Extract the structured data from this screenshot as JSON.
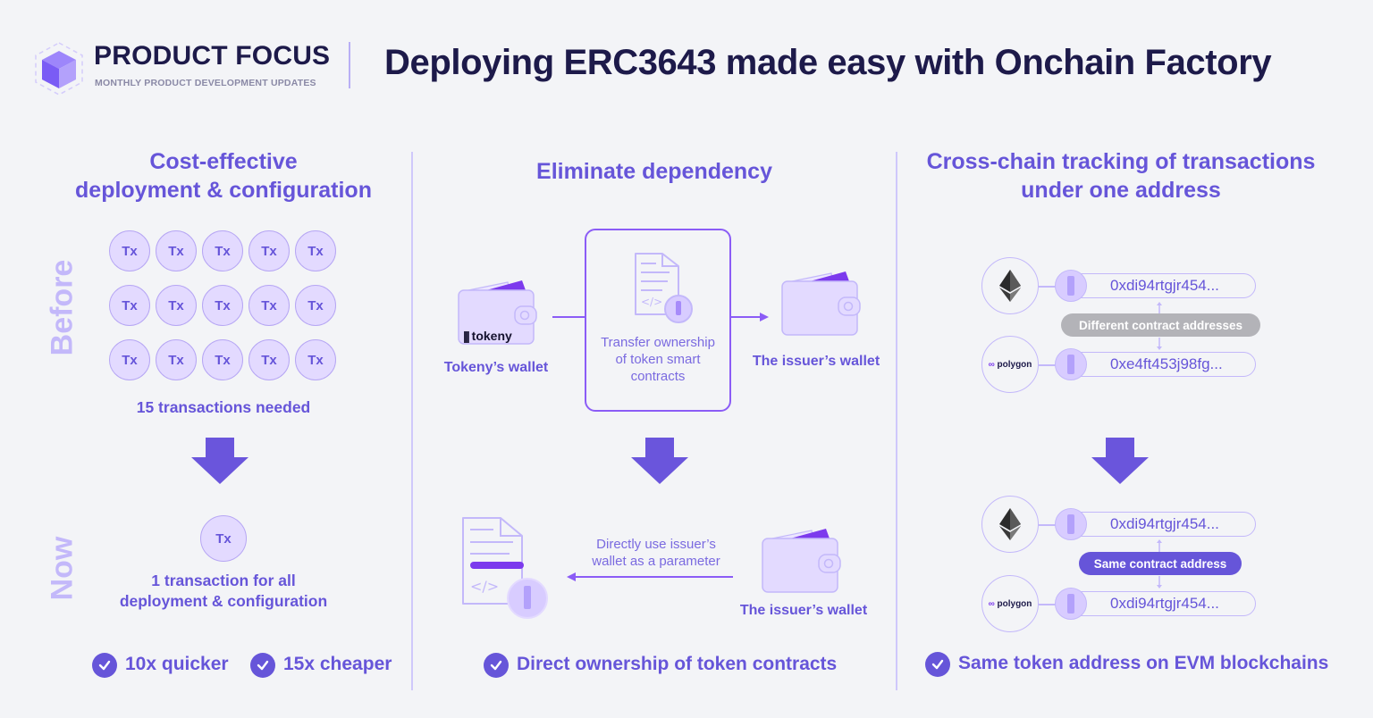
{
  "header": {
    "brand_title": "PRODUCT FOCUS",
    "brand_subtitle": "MONTHLY PRODUCT DEVELOPMENT UPDATES",
    "main_title": "Deploying ERC3643 made easy with Onchain Factory",
    "logo_icon": "cube-icon"
  },
  "colors": {
    "background": "#f3f4f7",
    "accent": "#6655d9",
    "dark_text": "#1d1a4a",
    "light_accent": "#e3daff",
    "muted_label": "#c3b8fa",
    "gray_badge": "#b3b3b8"
  },
  "cost_section": {
    "title_line1": "Cost-effective",
    "title_line2": "deployment & configuration",
    "before_label": "Before",
    "now_label": "Now",
    "tx_label": "Tx",
    "before_tx_count": 15,
    "before_caption": "15 transactions needed",
    "now_caption_line1": "1 transaction for all",
    "now_caption_line2": "deployment & configuration",
    "benefits": [
      "10x quicker",
      "15x cheaper"
    ]
  },
  "dependency_section": {
    "title": "Eliminate dependency",
    "tokeny_wallet_label": "Tokeny’s wallet",
    "tokeny_brand": "tokeny",
    "transfer_line1": "Transfer ownership",
    "transfer_line2": "of token smart",
    "transfer_line3": "contracts",
    "issuer_wallet_label": "The issuer’s wallet",
    "direct_line1": "Directly use issuer’s",
    "direct_line2": "wallet as a parameter",
    "issuer_wallet_label_2": "The issuer’s wallet",
    "benefit": "Direct ownership of token contracts"
  },
  "crosschain_section": {
    "title_line1": "Cross-chain tracking of transactions",
    "title_line2": "under one address",
    "before": {
      "ethereum_address": "0xdi94rtgjr454...",
      "polygon_address": "0xe4ft453j98fg...",
      "badge": "Different contract addresses"
    },
    "after": {
      "ethereum_address": "0xdi94rtgjr454...",
      "polygon_address": "0xdi94rtgjr454...",
      "badge": "Same contract address"
    },
    "polygon_label": "polygon",
    "benefit": "Same token address on EVM blockchains"
  }
}
